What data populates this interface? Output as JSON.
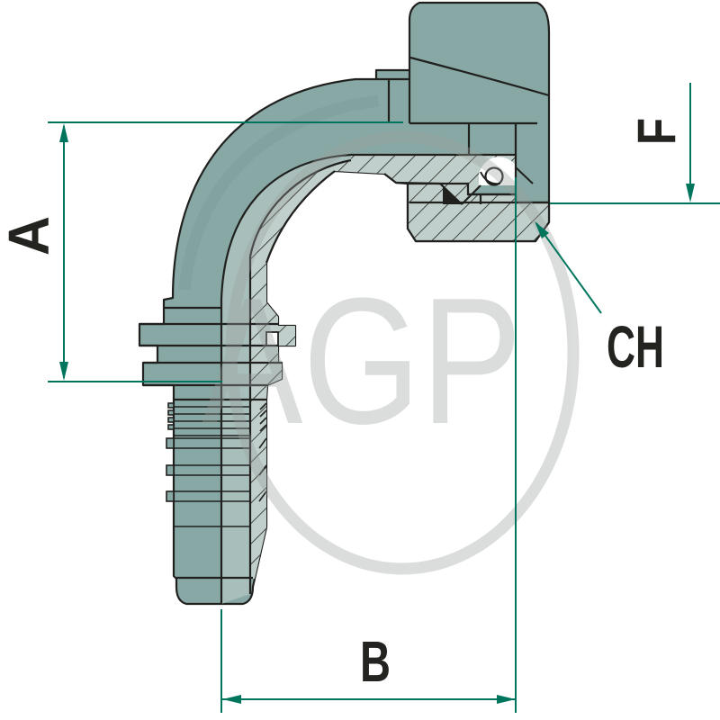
{
  "figure": {
    "type": "technical-drawing",
    "subject": "90 degree elbow hose fitting cross-section"
  },
  "dimensions": {
    "a_label": "A",
    "b_label": "B",
    "f_label": "F",
    "ch_label": "CH"
  },
  "watermark": {
    "text": "AGP"
  },
  "colors": {
    "body": "#87a8a4",
    "body_mid": "#a7beba",
    "section_fill": "#c0cfcb",
    "outline": "#20201e",
    "dimension_green": "#00755d",
    "label_color": "#232320",
    "watermark_gray": "#9aa19f"
  }
}
